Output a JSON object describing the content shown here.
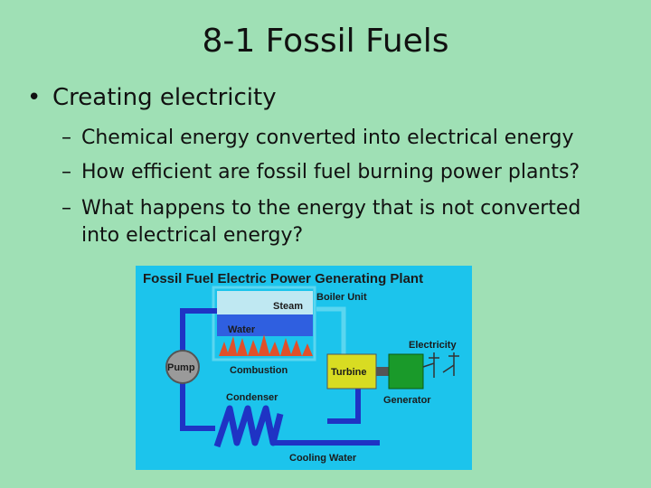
{
  "slide": {
    "title": "8-1 Fossil Fuels",
    "bullet_marker": "•",
    "bullet": "Creating electricity",
    "dash": "–",
    "subpoints": [
      "Chemical energy converted into electrical energy",
      "How efficient are fossil fuel burning power plants?",
      "What happens to the energy that is not converted into electrical energy?"
    ]
  },
  "diagram": {
    "title": "Fossil Fuel Electric Power Generating Plant",
    "labels": {
      "boiler_unit": "Boiler Unit",
      "steam": "Steam",
      "water": "Water",
      "pump": "Pump",
      "combustion": "Combustion",
      "turbine": "Turbine",
      "electricity": "Electricity",
      "generator": "Generator",
      "condenser": "Condenser",
      "cooling_water": "Cooling Water"
    },
    "colors": {
      "panel_bg": "#1cc4ec",
      "title_text": "#1a1a6e",
      "pipe": "#1f33c4",
      "turbine": "#d8dc22",
      "generator": "#1a9a2a",
      "flames": "#e0502a",
      "steam": "#bfe8f2",
      "water": "#2f5fe0"
    }
  }
}
